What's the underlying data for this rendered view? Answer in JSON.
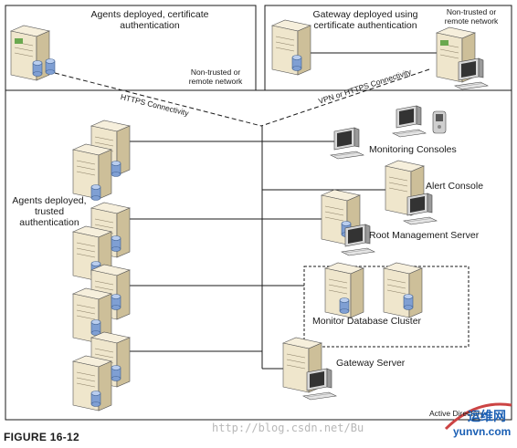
{
  "top_left_box": {
    "title": "Agents deployed, certificate authentication",
    "note": "Non-trusted or remote network"
  },
  "top_right_box": {
    "title": "Gateway deployed using certificate authentication",
    "note": "Non-trusted or remote network"
  },
  "links": {
    "https": "HTTPS Connectivity",
    "vpn": "VPN or HTTPS Connectivity"
  },
  "nodes": {
    "agents_trusted": "Agents deployed, trusted authentication",
    "monitoring_consoles": "Monitoring Consoles",
    "alert_console": "Alert Console",
    "root_management_server": "Root Management Server",
    "monitor_database_cluster": "Monitor Database Cluster",
    "gateway_server": "Gateway Server",
    "active_directory": "Active Directory"
  },
  "caption": "FIGURE 16-12",
  "watermark": "http://blog.csdn.net/Bu",
  "brand": {
    "name": "运维网",
    "site": "yunvn.com"
  },
  "colors": {
    "server_body": "#efe6cc",
    "server_shade": "#cdbf99",
    "disk": "#7f9fd3",
    "line": "#1a1a1a",
    "brand_blue": "#1a5fb4"
  }
}
